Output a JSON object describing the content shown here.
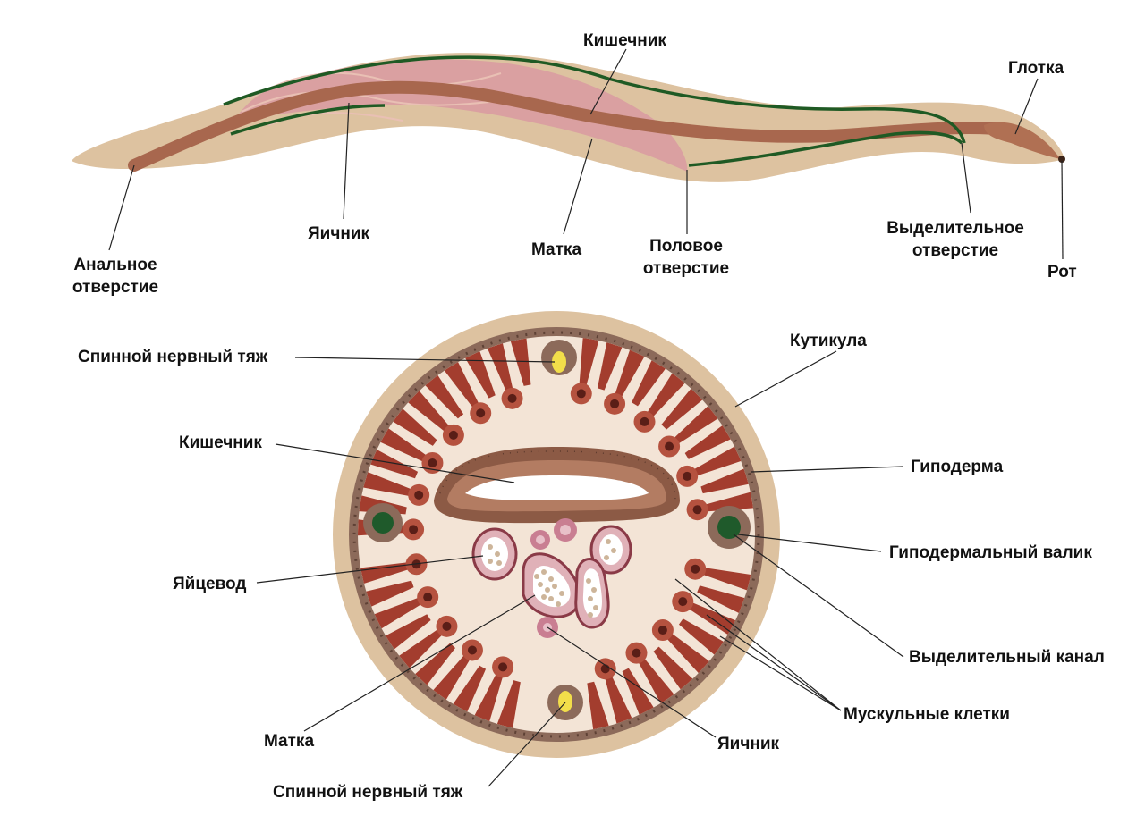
{
  "worm_labels": {
    "intestine": "Кишечник",
    "pharynx": "Глотка",
    "anal_1": "Анальное",
    "anal_2": "отверстие",
    "ovary": "Яичник",
    "uterus": "Матка",
    "genital_1": "Половое",
    "genital_2": "отверстие",
    "excretory_1": "Выделительное",
    "excretory_2": "отверстие",
    "mouth": "Рот"
  },
  "section_labels": {
    "dorsal_nerve": "Спинной нервный тяж",
    "cuticle": "Кутикула",
    "intestine": "Кишечник",
    "hypodermis": "Гиподерма",
    "hypodermal_ridge": "Гиподермальный валик",
    "oviduct": "Яйцевод",
    "excretory_canal": "Выделительный канал",
    "muscle_cells": "Мускульные клетки",
    "uterus": "Матка",
    "ovary": "Яичник",
    "ventral_nerve": "Спинной нервный тяж"
  },
  "colors": {
    "body": "#ddc2a0",
    "gut": "#a8674e",
    "uterus": "#d99aa1",
    "nerve_line": "#1f5a24",
    "muscle": "#a33d2e",
    "canal": "#1f5a2b",
    "nerve_core": "#f2de4a"
  }
}
